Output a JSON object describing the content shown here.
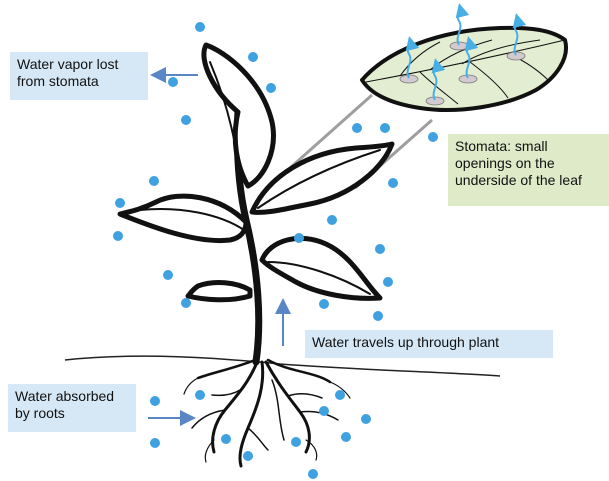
{
  "labels": {
    "vapor": "Water vapor lost from stomata",
    "stomata": "Stomata: small openings on the underside of the leaf",
    "travel": "Water travels up through plant",
    "roots": "Water absorbed by roots"
  },
  "colors": {
    "water_drop": "#3fa1e0",
    "arrow": "#5b86c6",
    "vapor_arrow": "#47aee6",
    "leaf_fill": "#e3edd2",
    "blue_label": "#d6e8f6",
    "green_label": "#dfeac9",
    "outline": "#111111",
    "stoma": "#d2cad0"
  }
}
